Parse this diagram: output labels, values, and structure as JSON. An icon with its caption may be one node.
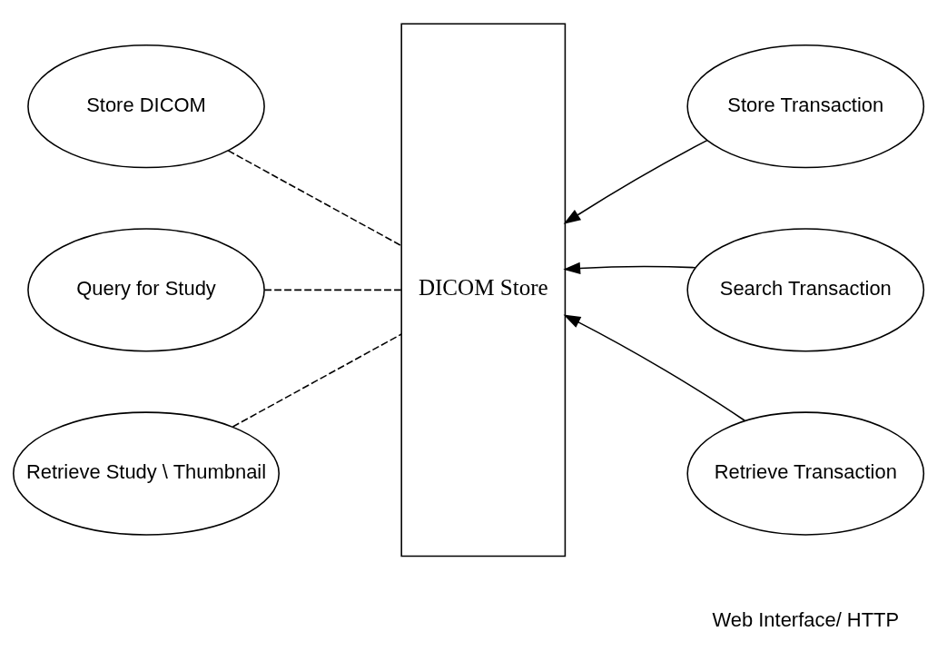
{
  "diagram": {
    "nodes": [
      {
        "text": [
          "Store DICOM"
        ]
      },
      {
        "text": [
          "Query for Study"
        ]
      },
      {
        "text": [
          "Retrieve Study \\ Thumbnail"
        ]
      },
      {
        "text": [
          "DICOM Store"
        ]
      },
      {
        "text": [
          "Store Transaction"
        ]
      },
      {
        "text": [
          "Search Transaction"
        ]
      },
      {
        "text": [
          "Retrieve Transaction"
        ]
      }
    ],
    "edges": [
      {
        "from": 0,
        "to": 3,
        "arrow": "none",
        "style": "dashed"
      },
      {
        "from": 1,
        "to": 3,
        "arrow": "none",
        "style": "dashed"
      },
      {
        "from": 2,
        "to": 3,
        "arrow": "none",
        "style": "dashed"
      },
      {
        "from": 4,
        "to": 3,
        "arrow": "to"
      },
      {
        "from": 5,
        "to": 3,
        "arrow": "to"
      },
      {
        "from": 6,
        "to": 3,
        "arrow": "to"
      }
    ],
    "labels": [
      "Web Interface/ HTTP"
    ]
  }
}
